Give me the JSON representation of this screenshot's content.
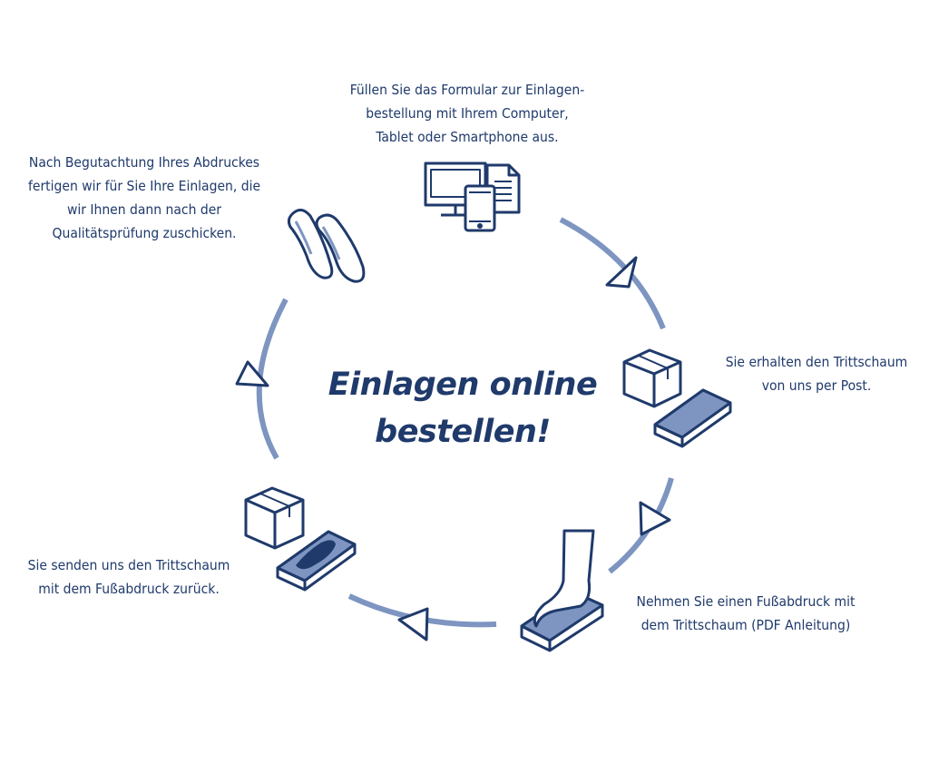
{
  "title": {
    "line1": "Einlagen online",
    "line2": "bestellen!"
  },
  "steps": [
    {
      "lines": [
        "Füllen Sie das Formular zur Einlagen-",
        "bestellung mit Ihrem Computer,",
        "Tablet oder Smartphone aus."
      ],
      "icon": "devices-icon"
    },
    {
      "lines": [
        "Sie erhalten den Trittschaum",
        "von uns per Post."
      ],
      "icon": "package-foam-icon"
    },
    {
      "lines": [
        "Nehmen Sie einen Fußabdruck mit",
        "dem Trittschaum (PDF Anleitung)"
      ],
      "icon": "foot-impression-icon"
    },
    {
      "lines": [
        "Sie senden uns den Trittschaum",
        "mit dem Fußabdruck zurück."
      ],
      "icon": "package-return-icon"
    },
    {
      "lines": [
        "Nach Begutachtung Ihres Abdruckes",
        "fertigen wir für Sie Ihre Einlagen, die",
        "wir Ihnen dann nach der",
        "Qualitätsprüfung zuschicken."
      ],
      "icon": "insoles-icon"
    }
  ],
  "colors": {
    "text": "#1f3a6b",
    "ring": "#7d95c0",
    "icon_stroke": "#1f3a6b",
    "icon_fill": "#7d95c0"
  }
}
